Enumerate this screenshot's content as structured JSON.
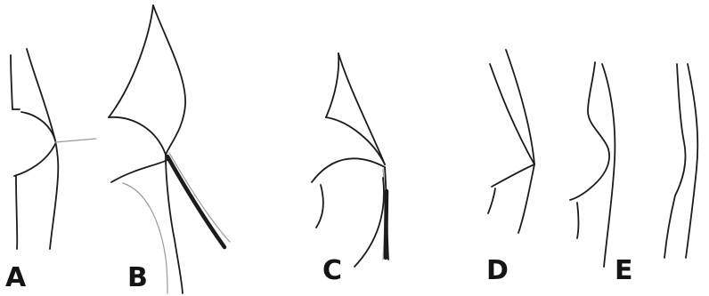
{
  "figure": {
    "panel_labels": {
      "a": "A",
      "b": "B",
      "c": "C",
      "d": "D",
      "e": "E"
    }
  }
}
